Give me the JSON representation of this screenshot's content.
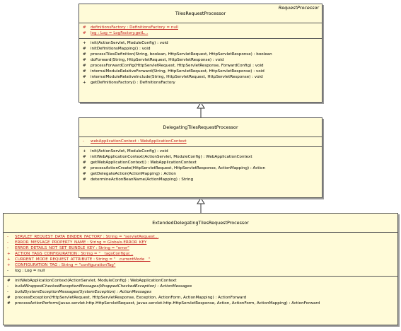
{
  "tiles": {
    "name": "TilesRequestProcessor",
    "stereotype": "RequestProcessor",
    "attributes": [
      {
        "vis": "#",
        "text": "definitionsFactory : DefinitionsFactory = null"
      },
      {
        "vis": "#",
        "text": "log : Log = LogFactory.getL..."
      }
    ],
    "operations": [
      {
        "vis": "+",
        "text": "init(ActionServlet, ModuleConfig) : void"
      },
      {
        "vis": "#",
        "text": "initDefinitionsMapping() : void"
      },
      {
        "vis": "#",
        "text": "processTilesDefinition(String, boolean, HttpServletRequest, HttpServletResponse) : boolean"
      },
      {
        "vis": "#",
        "text": "doForward(String, HttpServletRequest, HttpServletResponse) : void"
      },
      {
        "vis": "#",
        "text": "processForwardConfig(HttpServletRequest, HttpServletResponse, ForwardConfig) : void"
      },
      {
        "vis": "#",
        "text": "internalModuleRelativeForward(String, HttpServletRequest, HttpServletResponse) : void"
      },
      {
        "vis": "#",
        "text": "internalModuleRelativeInclude(String, HttpServletRequest, HttpServletResponse) : void"
      },
      {
        "vis": "+",
        "text": "getDefinitionsFactory() : DefinitionsFactory"
      }
    ]
  },
  "delegating": {
    "name": "DelegatingTilesRequestProcessor",
    "attributes": [
      {
        "vis": "-",
        "text": "webApplicationContext : WebApplicationContext"
      }
    ],
    "operations": [
      {
        "vis": "+",
        "text": "init(ActionServlet, ModuleConfig) : void"
      },
      {
        "vis": "#",
        "text": "initWebApplicationContext(ActionServlet, ModuleConfig) : WebApplicationContext"
      },
      {
        "vis": "#",
        "text": "getWebApplicationContext() : WebApplicationContext"
      },
      {
        "vis": "#",
        "text": "processActionCreate(HttpServletRequest, HttpServletResponse, ActionMapping) : Action"
      },
      {
        "vis": "#",
        "text": "getDelegateAction(ActionMapping) : Action"
      },
      {
        "vis": "#",
        "text": "determineActionBeanName(ActionMapping) : String"
      }
    ]
  },
  "extended": {
    "name": "ExtendedDelegatingTilesRequestProcessor",
    "attributes": [
      {
        "vis": "-",
        "text": "SERVLET_REQUEST_DATA_BINDER_FACTORY : String = \"servletRequest...",
        "red": true
      },
      {
        "vis": "-",
        "text": "ERROR_MESSAGE_PROPERTY_NAME : String = Globals.ERROR_KEY",
        "red": true
      },
      {
        "vis": "-",
        "text": "ERROR_DETAILS_NOT_SET_BUNDLE_KEY : String = \"error\"",
        "red": true
      },
      {
        "vis": "+",
        "text": "ACTION_TAGS_CONFIGURATION : String = \"__tagsConfigur...",
        "red": true
      },
      {
        "vis": "+",
        "text": "CURRENT_MODE_REQUEST_ATTRIBUTE : String = \"__currentMode__\"",
        "red": true
      },
      {
        "vis": "+",
        "text": "CONFIGURATION_TAG : String = \"configurationTag\"",
        "red": true
      },
      {
        "vis": "-",
        "text": "log : Log = null",
        "red": false
      }
    ],
    "operations": [
      {
        "vis": "#",
        "text": "initWebApplicationContext(ActionServlet, ModuleConfig) : WebApplicationContext",
        "italic": false
      },
      {
        "vis": "-",
        "text": "buildWrappedCheckedExceptionMessages(WrappedCheckedException) : ActionMessages",
        "italic": true
      },
      {
        "vis": "-",
        "text": "buildSystemExceptionMessages(SystemException) : ActionMessages",
        "italic": true
      },
      {
        "vis": "#",
        "text": "processException(HttpServletRequest, HttpServletResponse, Exception, ActionForm, ActionMapping) : ActionForward",
        "italic": false
      },
      {
        "vis": "#",
        "text": "processActionPerform(javax.servlet.http.HttpServletRequest, javax.servlet.http.HttpServletResponse, Action, ActionForm, ActionMapping) : ActionForward",
        "italic": false
      }
    ]
  }
}
